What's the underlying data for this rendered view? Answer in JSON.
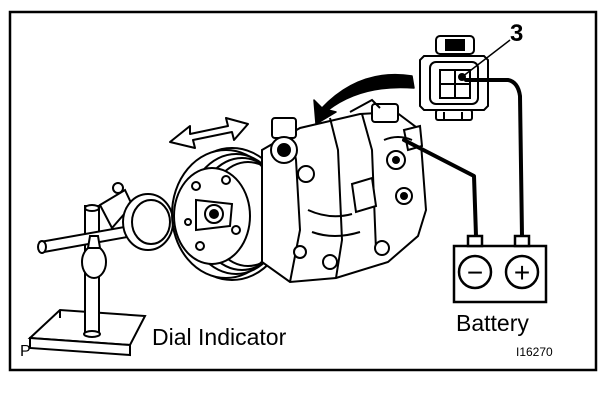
{
  "labels": {
    "dial_indicator": "Dial Indicator",
    "battery": "Battery",
    "terminal_number": "3",
    "corner_mark": "P",
    "figure_code": "I16270"
  },
  "battery": {
    "negative_symbol": "−",
    "positive_symbol": "+"
  }
}
